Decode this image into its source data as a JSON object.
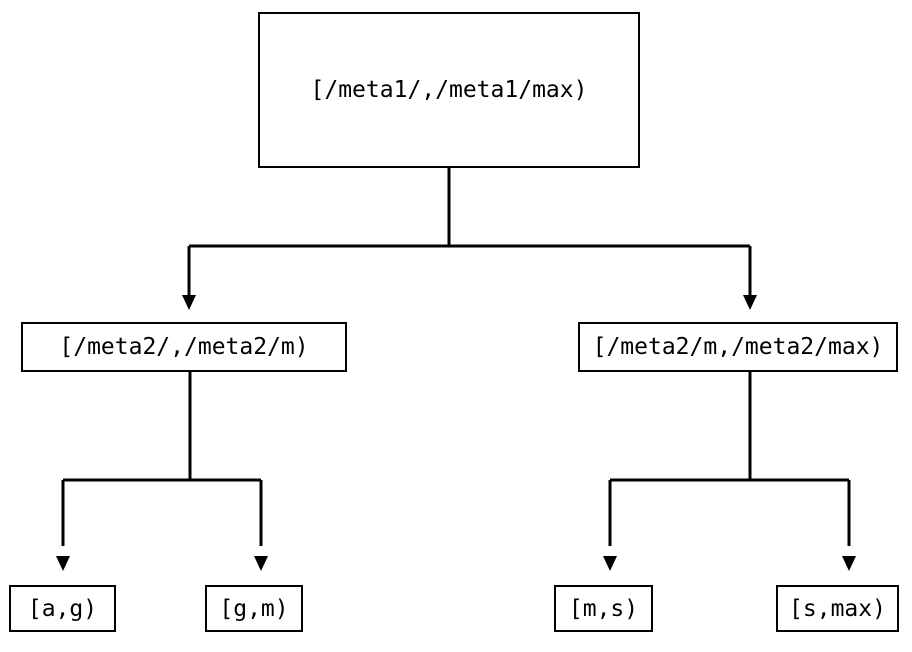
{
  "diagram": {
    "type": "tree",
    "orientation": "top-down",
    "background_color": "#ffffff",
    "line_color": "#000000",
    "text_color": "#000000",
    "nodes": {
      "root": {
        "label": "[/meta1/,/meta1/max)"
      },
      "mid_left": {
        "label": "[/meta2/,/meta2/m)"
      },
      "mid_right": {
        "label": "[/meta2/m,/meta2/max)"
      },
      "leaf_ag": {
        "label": "[a,g)"
      },
      "leaf_gm": {
        "label": "[g,m)"
      },
      "leaf_ms": {
        "label": "[m,s)"
      },
      "leaf_smax": {
        "label": "[s,max)"
      }
    },
    "edges": [
      {
        "from": "root",
        "to": "mid_left",
        "arrow": "filled-triangle-down"
      },
      {
        "from": "root",
        "to": "mid_right",
        "arrow": "filled-triangle-down"
      },
      {
        "from": "mid_left",
        "to": "leaf_ag",
        "arrow": "filled-triangle-down"
      },
      {
        "from": "mid_left",
        "to": "leaf_gm",
        "arrow": "filled-triangle-down"
      },
      {
        "from": "mid_right",
        "to": "leaf_ms",
        "arrow": "filled-triangle-down"
      },
      {
        "from": "mid_right",
        "to": "leaf_smax",
        "arrow": "filled-triangle-down"
      }
    ]
  }
}
